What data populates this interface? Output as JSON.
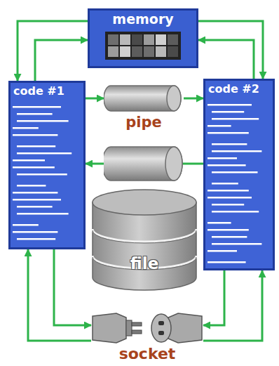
{
  "diagram": {
    "nodes": [
      {
        "text": [
          "memory"
        ]
      },
      {
        "text": [
          "code #1"
        ]
      },
      {
        "text": [
          "code #2"
        ]
      },
      {
        "text": [
          "pipe"
        ]
      },
      {
        "text": [
          "file"
        ]
      },
      {
        "text": [
          "socket"
        ]
      }
    ],
    "edges": [
      {
        "from": 1,
        "to": 0,
        "arrow": "to"
      },
      {
        "from": 0,
        "to": 1,
        "arrow": "to"
      },
      {
        "from": 2,
        "to": 0,
        "arrow": "to"
      },
      {
        "from": 0,
        "to": 2,
        "arrow": "to"
      },
      {
        "from": 1,
        "to": 3,
        "arrow": "to"
      },
      {
        "from": 3,
        "to": 2,
        "arrow": "to"
      },
      {
        "from": 2,
        "to": 1,
        "arrow": "to"
      },
      {
        "from": 1,
        "to": 5,
        "arrow": "to"
      },
      {
        "from": 5,
        "to": 1,
        "arrow": "to"
      },
      {
        "from": 2,
        "to": 5,
        "arrow": "to"
      },
      {
        "from": 5,
        "to": 2,
        "arrow": "to"
      }
    ]
  }
}
